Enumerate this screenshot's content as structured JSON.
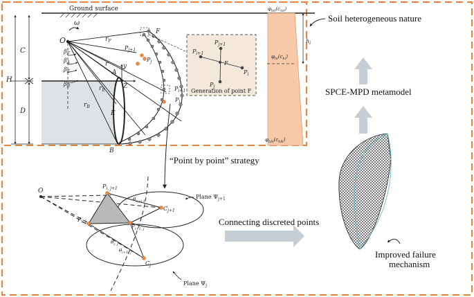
{
  "left_panel": {
    "ground_surface": "Ground surface",
    "omega": "ω",
    "O": "O",
    "r_F": "r",
    "r_F_sub": "F",
    "r": "r",
    "r_B": "r",
    "r_B_sub": "B",
    "r_E": "r",
    "r_E_sub": "E",
    "beta_F": "β",
    "beta_F_sub": "F",
    "beta_A": "β",
    "beta_A_sub": "A",
    "beta_E": "β",
    "beta_E_sub": "E",
    "beta_B": "β",
    "beta_B_sub": "B",
    "C": "C",
    "H": "H",
    "D": "D",
    "F": "F",
    "A": "A",
    "E": "E",
    "B": "B",
    "Z": "Z",
    "y": "y",
    "P_j": "P",
    "P_j_sub": "j",
    "P_j1": "P",
    "P_j1_sub": "j+1",
    "P_i": "P",
    "P_i_sub": "i",
    "P_i1": "P",
    "P_i1_sub": "i+1"
  },
  "inset": {
    "caption": "Generation of point F",
    "F": "F",
    "P_j1": "P",
    "P_j1_sub": "j+1",
    "P_i1": "P",
    "P_i1_sub": "i+1",
    "P_j": "P",
    "P_j_sub": "j",
    "P_i": "P",
    "P_i_sub": "i"
  },
  "soil_column": {
    "top": "φ",
    "top_sub": "h0",
    "top_paren": "(c",
    "top_paren_sub": "h0",
    "top_close": ")",
    "mid": "φ",
    "mid_sub": "hi",
    "mid_paren": "(c",
    "mid_paren_sub": "hi",
    "mid_close": ")",
    "bot": "φ",
    "bot_sub": "hH",
    "bot_paren": "(c",
    "bot_paren_sub": "hH",
    "bot_close": ")",
    "h_i": "h",
    "h_i_sub": "i"
  },
  "right": {
    "soil_label": "Soil heterogeneous nature",
    "metamodel": "SPCE-MPD metamodel",
    "improved_line1": "Improved failure",
    "improved_line2": "mechanism",
    "connecting": "Connecting discreted points",
    "strategy": "“Point by point” strategy"
  },
  "lower_diagram": {
    "O": "O",
    "P_ij1": "P",
    "P_ij1_sub": "i, j+1",
    "P_ij": "P",
    "P_ij_sub": "i, j",
    "P_i1j": "P",
    "P_i1j_sub": "i+1, j",
    "C_j1": "C",
    "C_j1_sub": "j+1",
    "C_j": "C",
    "C_j_sub": "j",
    "theta_ij1": "θ",
    "theta_ij1_sub": "i, j+1",
    "theta_ij": "θ",
    "theta_ij_sub": "i, j",
    "theta_i1j": "θ",
    "theta_i1j_sub": "i+1, j",
    "plane_upper": "Plane Ψ",
    "plane_upper_sub": "j+1",
    "plane_lower": "Plane Ψ",
    "plane_lower_sub": "j"
  },
  "colors": {
    "frame_orange": "#e8823a",
    "soil_fill": "#f7c9a8",
    "ground_fill": "#dde3e5",
    "arrow_grey": "#c5ced2",
    "point_orange": "#f08a3c"
  }
}
